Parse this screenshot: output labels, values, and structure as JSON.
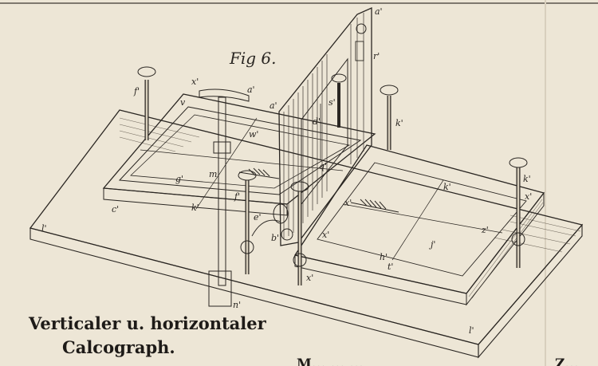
{
  "figure": {
    "title": "Fig 6."
  },
  "caption": {
    "line1": "Verticaler u. horizontaler",
    "line2": "Calcograph."
  },
  "bottom_text": {
    "left": "M... ... ...",
    "right": "Z..."
  },
  "labels": {
    "a_top": "a'",
    "r": "r'",
    "f_left": "f'",
    "xprime": "x'",
    "a2": "a'",
    "v": "v",
    "a_mid": "a'",
    "s": "s'",
    "d": "d'",
    "k_right": "k'",
    "w": "w'",
    "m": "m'",
    "g": "g'",
    "q": "q'",
    "f_mid": "f'",
    "k_mid": "k'",
    "c": "c'",
    "e": "e'",
    "l_left": "l'",
    "b": "b'",
    "x_mid": "x'",
    "k_center": "k'",
    "x_center": "x'",
    "j": "j'",
    "z": "z'",
    "h": "h'",
    "t": "t'",
    "k_far": "k'",
    "x_far": "x'",
    "x_bottom": "x'",
    "n": "n'",
    "l_bottom": "l'"
  }
}
